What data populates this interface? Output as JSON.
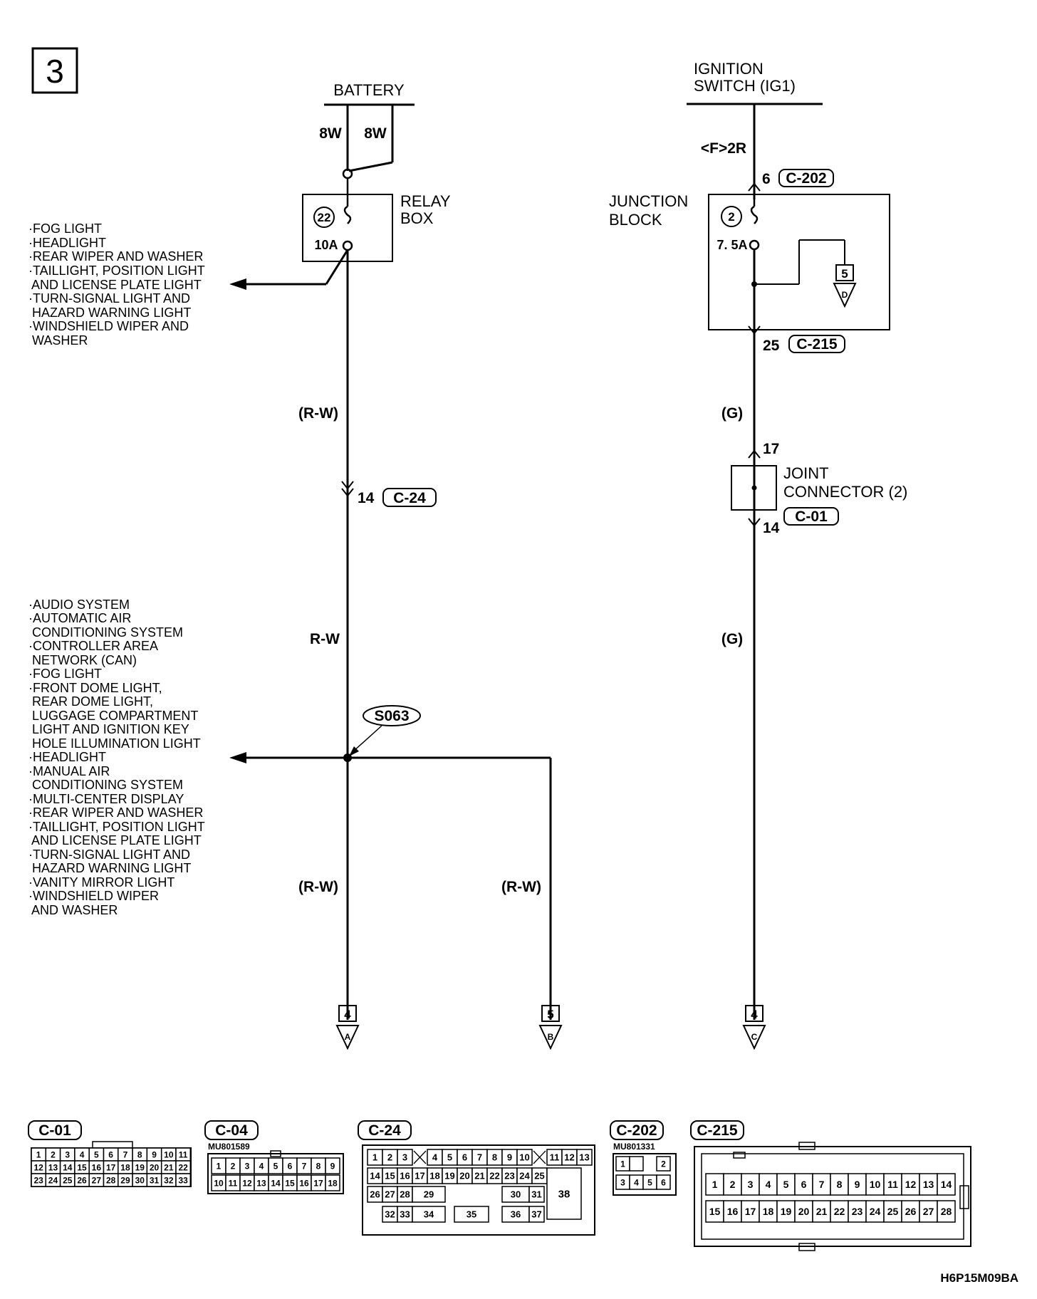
{
  "page_number": "3",
  "battery": {
    "label": "BATTERY",
    "wire_left": "8W",
    "wire_right": "8W"
  },
  "relay_box": {
    "label_line1": "RELAY",
    "label_line2": "BOX",
    "fuse_number": "22",
    "fuse_rating": "10A"
  },
  "relay_branch_loads": [
    "·FOG LIGHT",
    "·HEADLIGHT",
    "·REAR WIPER AND WASHER",
    "·TAILLIGHT, POSITION LIGHT",
    " AND LICENSE PLATE LIGHT",
    "·TURN-SIGNAL LIGHT AND",
    " HAZARD WARNING LIGHT",
    "·WINDSHIELD WIPER AND",
    " WASHER"
  ],
  "left_circuit": {
    "wire_color_upper": "(R-W)",
    "connector_pin": "14",
    "connector_id": "C-24",
    "wire_color_middle": "R-W",
    "splice_id": "S063",
    "wire_color_lower_left": "(R-W)",
    "wire_color_lower_right": "(R-W)",
    "output_a_number": "4",
    "output_a_letter": "A",
    "output_b_number": "5",
    "output_b_letter": "B"
  },
  "splice_branch_loads": [
    "·AUDIO SYSTEM",
    "·AUTOMATIC AIR",
    " CONDITIONING SYSTEM",
    "·CONTROLLER AREA",
    " NETWORK (CAN)",
    "·FOG LIGHT",
    "·FRONT DOME LIGHT,",
    " REAR DOME LIGHT,",
    " LUGGAGE COMPARTMENT",
    " LIGHT AND IGNITION KEY",
    " HOLE ILLUMINATION LIGHT",
    "·HEADLIGHT",
    "·MANUAL AIR",
    " CONDITIONING SYSTEM",
    "·MULTI-CENTER DISPLAY",
    "·REAR WIPER AND WASHER",
    "·TAILLIGHT, POSITION LIGHT",
    " AND LICENSE PLATE LIGHT",
    "·TURN-SIGNAL LIGHT AND",
    " HAZARD WARNING LIGHT",
    "·VANITY MIRROR LIGHT",
    "·WINDSHIELD WIPER",
    " AND WASHER"
  ],
  "ignition": {
    "label_line1": "IGNITION",
    "label_line2": "SWITCH (IG1)",
    "wire_code": "<F>2R",
    "pin_in": "6",
    "connector_in": "C-202"
  },
  "junction_block": {
    "label_line1": "JUNCTION",
    "label_line2": "BLOCK",
    "fuse_number": "2",
    "fuse_rating": "7. 5A",
    "ref_number": "5",
    "ref_letter": "D",
    "pin_out": "25",
    "connector_out": "C-215"
  },
  "right_circuit": {
    "wire_color_upper": "(G)",
    "joint_pin_in": "17",
    "joint_label_line1": "JOINT",
    "joint_label_line2": "CONNECTOR (2)",
    "joint_connector_id": "C-01",
    "joint_pin_out": "14",
    "wire_color_lower": "(G)",
    "output_c_number": "4",
    "output_c_letter": "C"
  },
  "connectors": {
    "c01": {
      "id": "C-01",
      "row1": [
        "1",
        "2",
        "3",
        "4",
        "5",
        "6",
        "7",
        "8",
        "9",
        "10",
        "11"
      ],
      "row2": [
        "12",
        "13",
        "14",
        "15",
        "16",
        "17",
        "18",
        "19",
        "20",
        "21",
        "22"
      ],
      "row3": [
        "23",
        "24",
        "25",
        "26",
        "27",
        "28",
        "29",
        "30",
        "31",
        "32",
        "33"
      ]
    },
    "c04": {
      "id": "C-04",
      "part_no": "MU801589",
      "row1": [
        "1",
        "2",
        "3",
        "4",
        "5",
        "6",
        "7",
        "8",
        "9"
      ],
      "row2": [
        "10",
        "11",
        "12",
        "13",
        "14",
        "15",
        "16",
        "17",
        "18"
      ]
    },
    "c24": {
      "id": "C-24",
      "row1": [
        "1",
        "2",
        "3",
        "4",
        "5",
        "6",
        "7",
        "8",
        "9",
        "10",
        "11",
        "12",
        "13"
      ],
      "row2": [
        "14",
        "15",
        "16",
        "17",
        "18",
        "19",
        "20",
        "21",
        "22",
        "23",
        "24",
        "25"
      ],
      "row3": [
        "26",
        "27",
        "28",
        "29",
        "30",
        "31",
        "38"
      ],
      "row4": [
        "32",
        "33",
        "34",
        "35",
        "36",
        "37"
      ]
    },
    "c202": {
      "id": "C-202",
      "part_no": "MU801331",
      "row1": [
        "1",
        "2"
      ],
      "row2": [
        "3",
        "4",
        "5",
        "6"
      ]
    },
    "c215": {
      "id": "C-215",
      "row1": [
        "1",
        "2",
        "3",
        "4",
        "5",
        "6",
        "7",
        "8",
        "9",
        "10",
        "11",
        "12",
        "13",
        "14"
      ],
      "row2": [
        "15",
        "16",
        "17",
        "18",
        "19",
        "20",
        "21",
        "22",
        "23",
        "24",
        "25",
        "26",
        "27",
        "28"
      ]
    }
  },
  "drawing_code": "H6P15M09BA"
}
